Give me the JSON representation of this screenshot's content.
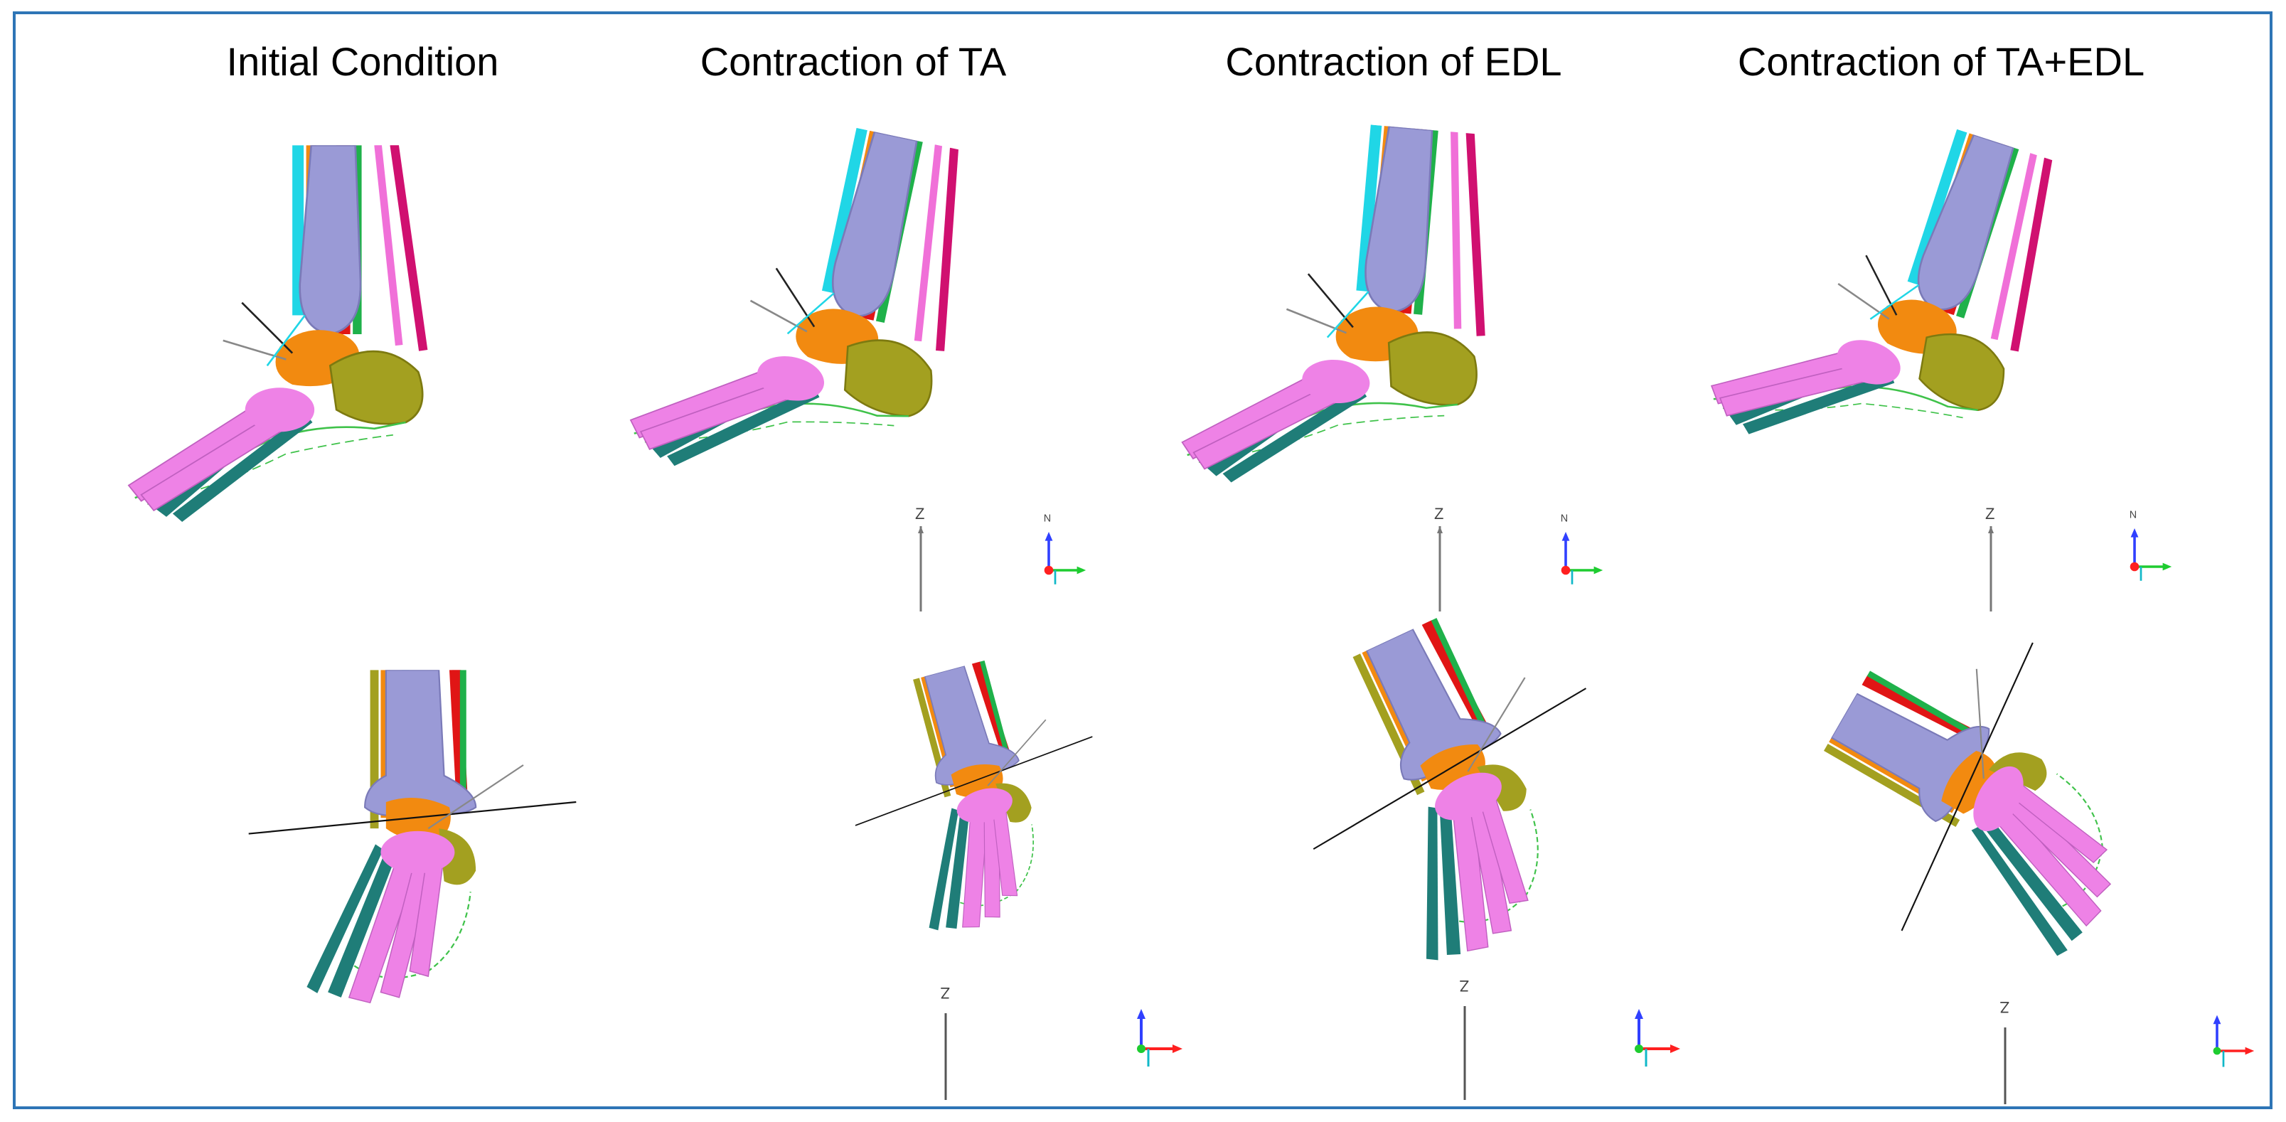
{
  "figure": {
    "columns": [
      {
        "id": "initial",
        "title": "Initial Condition"
      },
      {
        "id": "ta",
        "title": "Contraction of TA"
      },
      {
        "id": "edl",
        "title": "Contraction of EDL"
      },
      {
        "id": "taedl",
        "title": "Contraction of TA+EDL"
      }
    ],
    "axis_labels": {
      "z": "Z",
      "n": "N"
    }
  },
  "colors": {
    "frame": "#2e75b6",
    "tibia": "#9a9ad6",
    "talus": "#f28a10",
    "calcaneus": "#a3a020",
    "phalanges": "#ee82e6",
    "metatarsals_teal": "#1f7d78",
    "muscle_red": "#e01515",
    "muscle_cyan": "#20d6e6",
    "muscle_green": "#1fb14a",
    "muscle_pink": "#f070d8",
    "muscle_magenta": "#d01070",
    "ligament_green": "#3fc24a",
    "triad_blue": "#3040ff",
    "triad_green": "#1ecc30",
    "triad_red": "#ff2020",
    "triad_cyan": "#10b8c8"
  },
  "icons": [
    "lateral-foot-model",
    "anterior-foot-model",
    "xyz-triad-icon"
  ]
}
